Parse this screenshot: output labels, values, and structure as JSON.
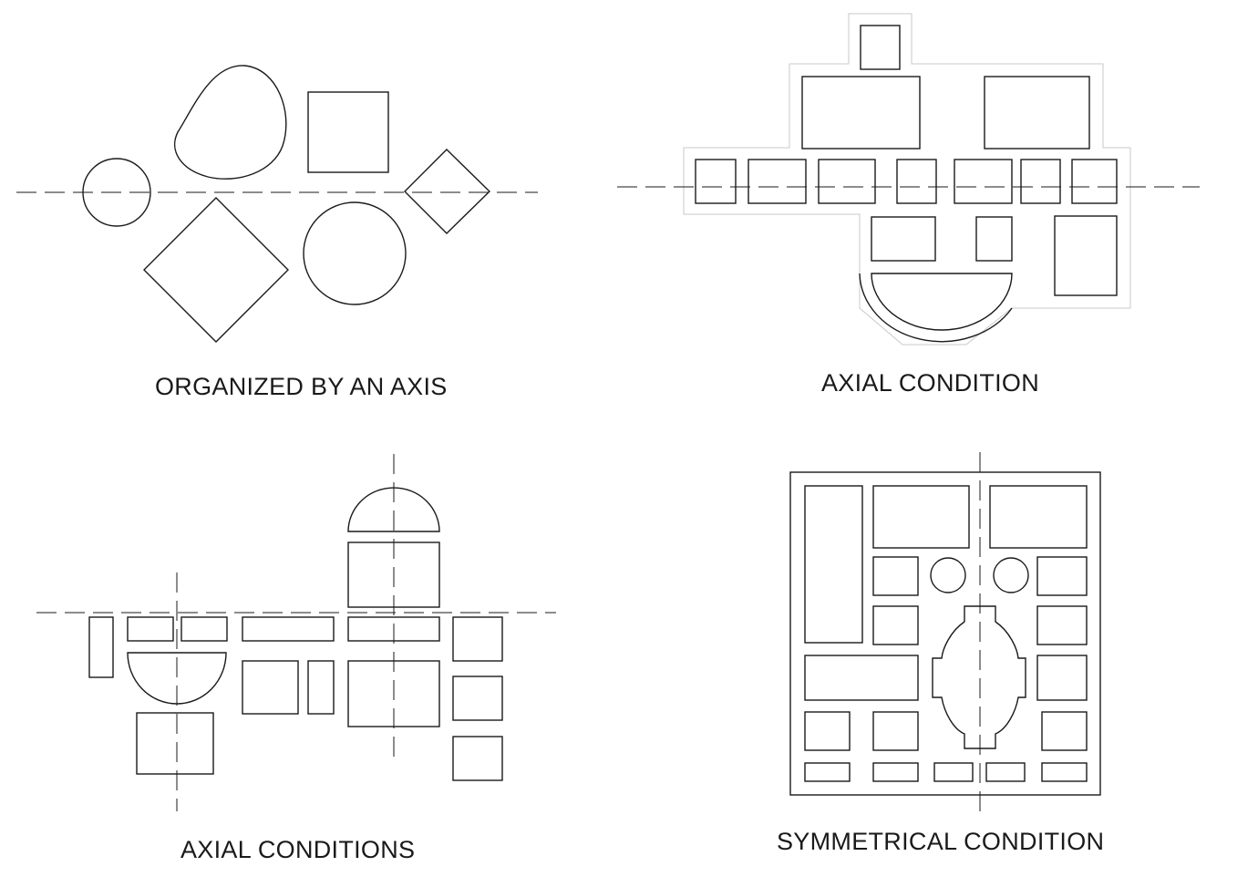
{
  "diagram": {
    "captions": {
      "organized_by_axis": "ORGANIZED BY AN AXIS",
      "axial_condition": "AXIAL CONDITION",
      "axial_conditions": "AXIAL CONDITIONS",
      "symmetrical_condition": "SYMMETRICAL CONDITION"
    },
    "colors": {
      "line": "#1a1a1a",
      "halo": "#c9c9c9",
      "background": "#ffffff"
    }
  }
}
